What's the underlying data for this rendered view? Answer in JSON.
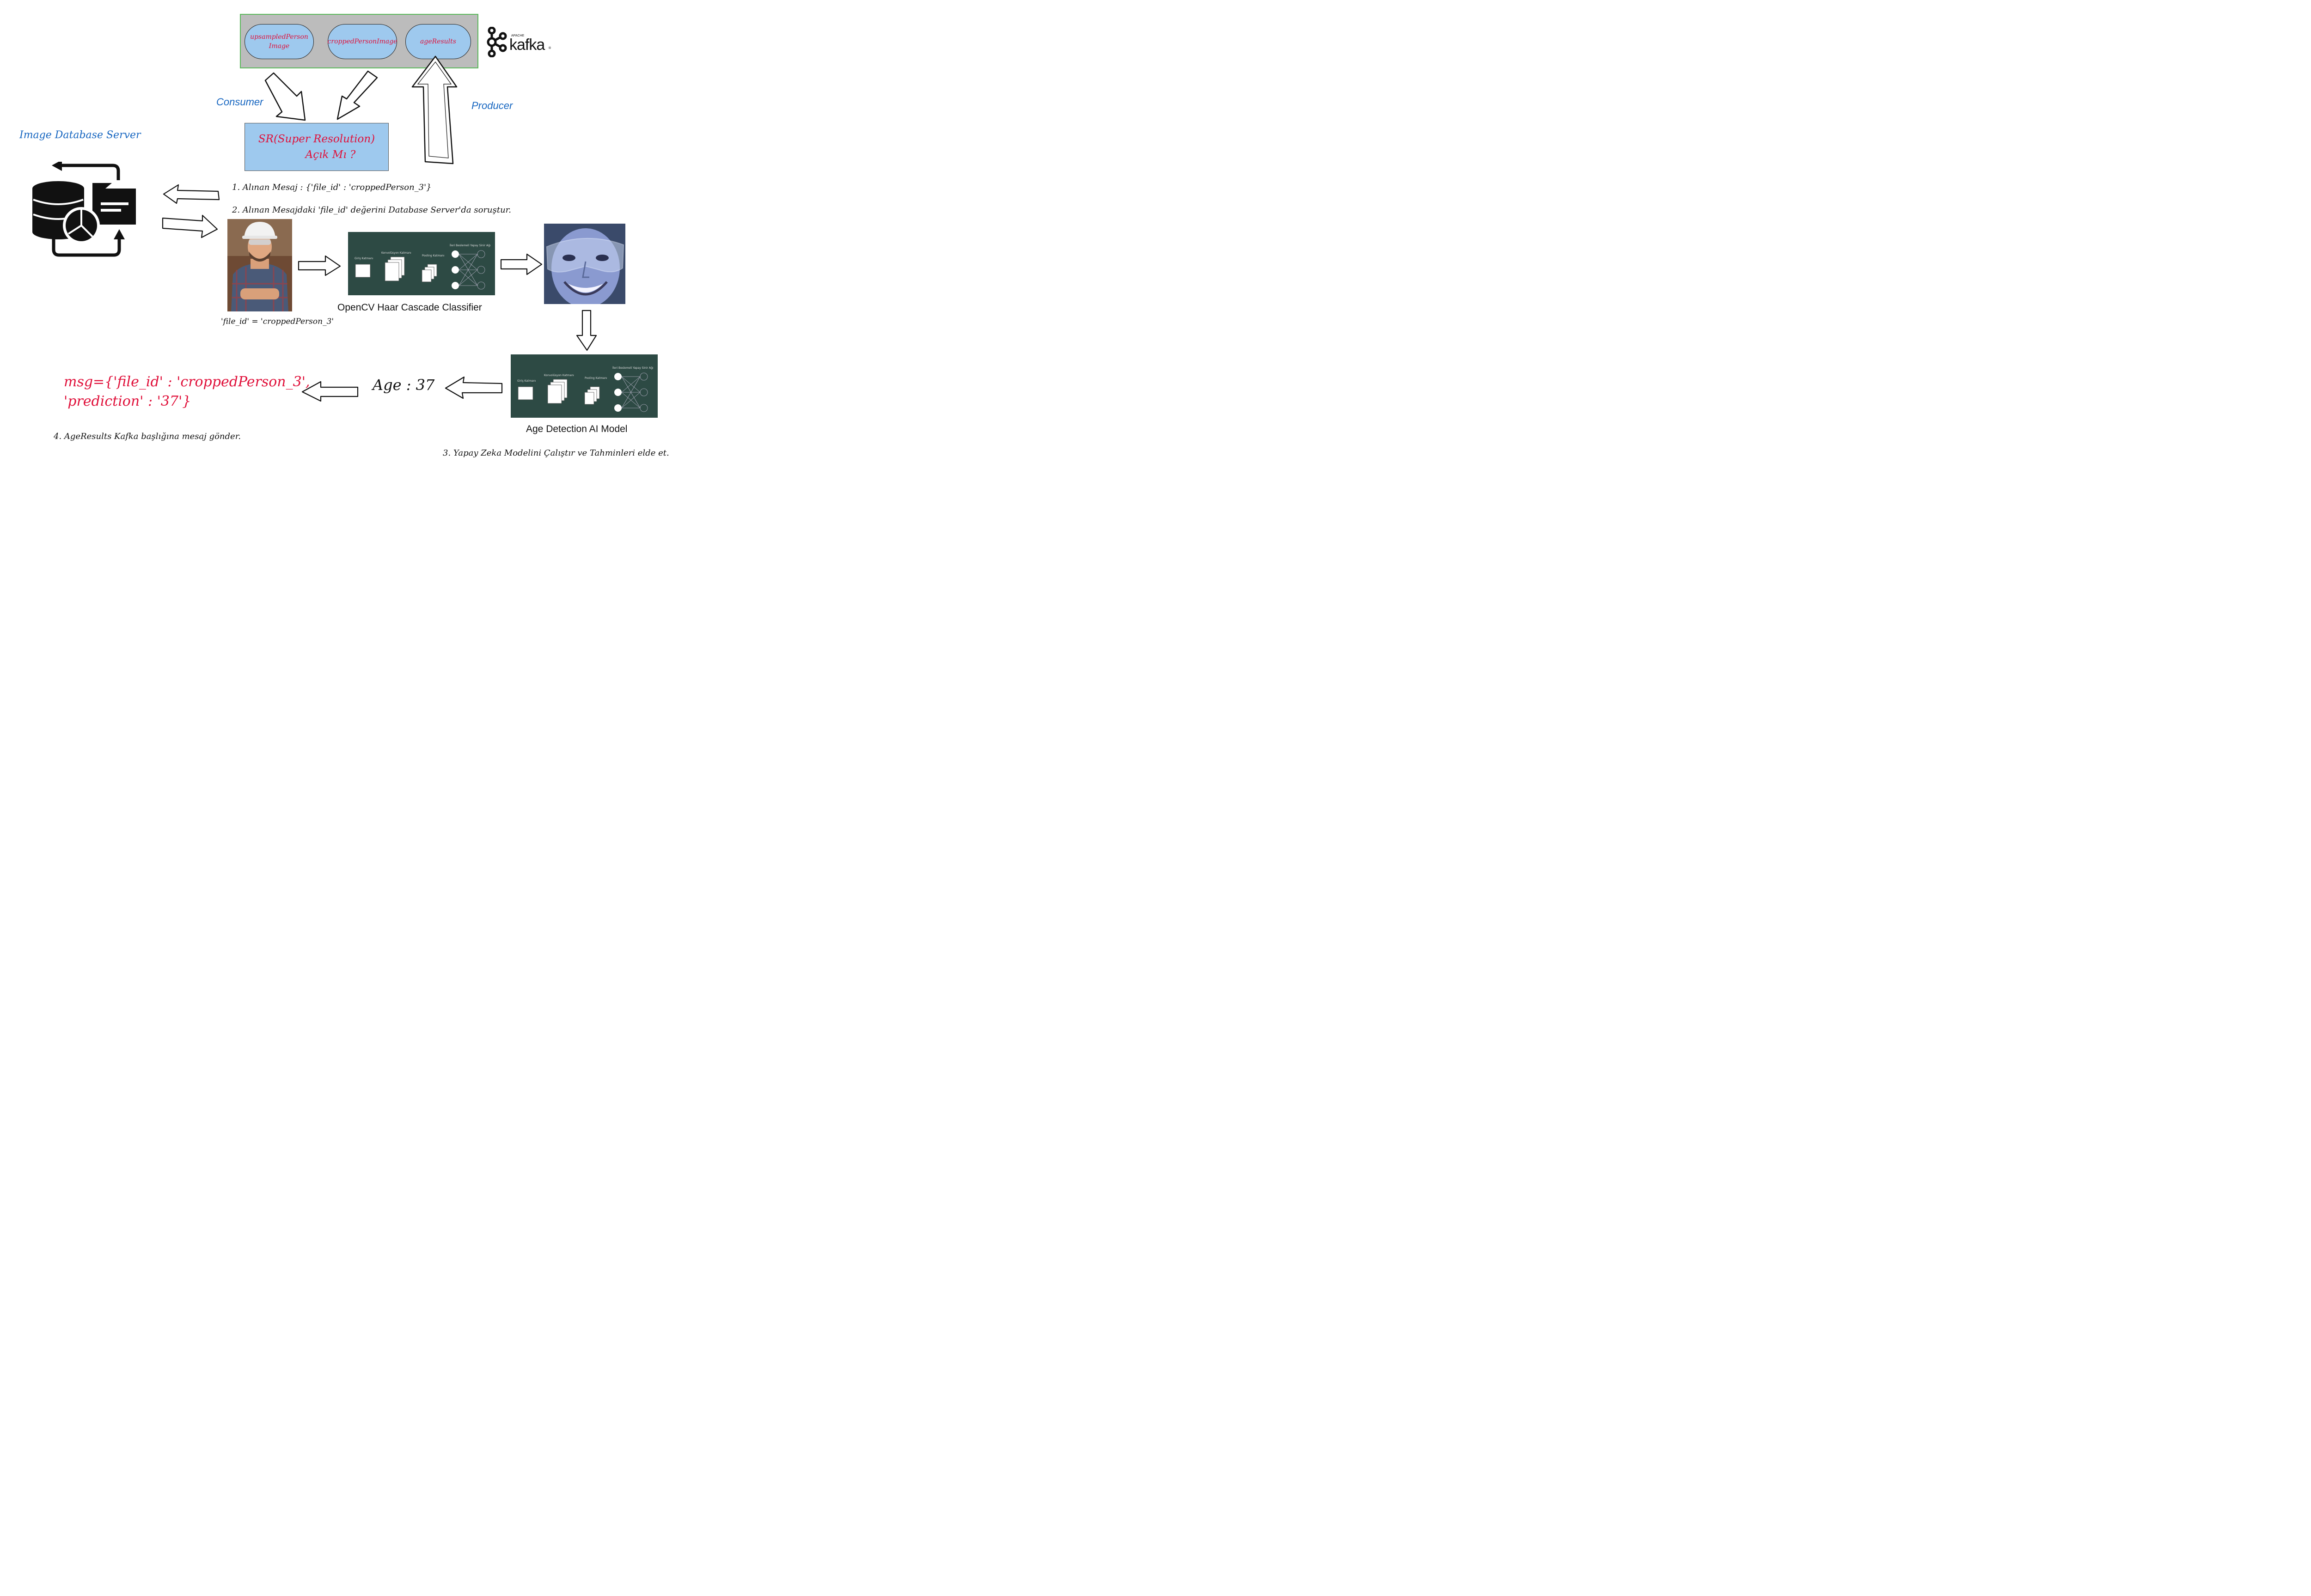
{
  "kafka": {
    "topics": [
      "upsampledPerson Image",
      "croppedPersonImage",
      "ageResults"
    ],
    "logo_small": "APACHE",
    "logo_text": "kafka",
    "logo_mark": "®"
  },
  "labels": {
    "consumer": "Consumer",
    "producer": "Producer",
    "image_db": "Image Database Server"
  },
  "sr_box": {
    "line1": "SR(Super Resolution)",
    "line2": "Açık Mı ?"
  },
  "steps": {
    "step1": "1. Alınan Mesaj : {'file_id' : 'croppedPerson_3'}",
    "step2": "2. Alınan Mesajdaki 'file_id' değerini Database Server'da soruştur.",
    "step3": "3. Yapay Zeka Modelini Çalıştır ve Tahminleri elde et.",
    "step4": "4. AgeResults Kafka başlığına mesaj gönder."
  },
  "photo_caption": "'file_id' = 'croppedPerson_3'",
  "nn_diagram": {
    "input": "Giriş Katmanı",
    "conv": "Konvolüsyon Katmanı",
    "pool": "Pooling Katmanı",
    "ffnn": "İleri Beslemeli Yapay Sinir Ağı"
  },
  "captions": {
    "opencv": "OpenCV Haar Cascade Classifier",
    "age_model": "Age Detection AI Model"
  },
  "age_result": "Age : 37",
  "msg": {
    "line1": "msg={'file_id' : 'croppedPerson_3',",
    "line2": "'prediction' : '37'}"
  },
  "colors": {
    "topic_fill": "#9ec9ee",
    "topic_text": "#e0103a",
    "label_blue": "#1565c0",
    "nn_bg": "#2d4a44"
  }
}
